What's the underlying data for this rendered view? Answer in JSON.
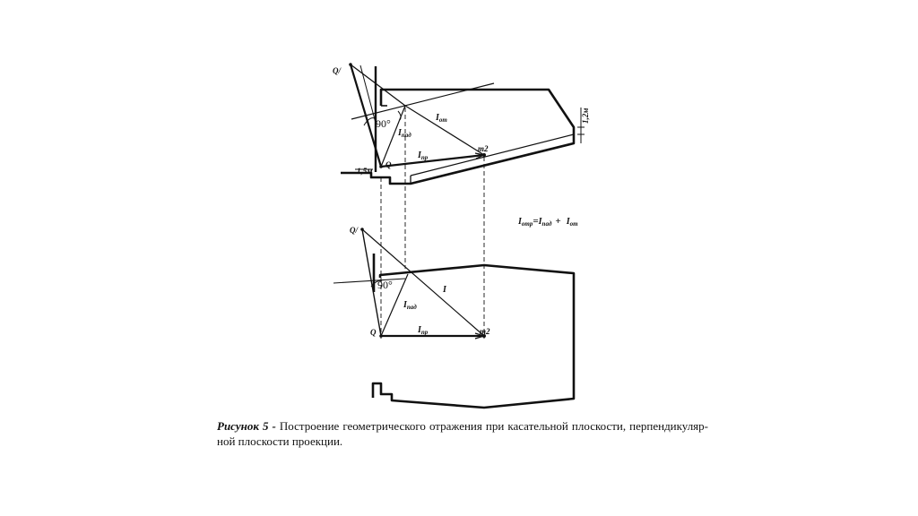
{
  "figure": {
    "caption_label": "Рисунок 5 -",
    "caption_text": "Построение геометрического отражения при касательной плоскости, перпендикуляр-ной плоскости проекции."
  },
  "top_view": {
    "point_q_prime": "Q/",
    "point_q": "Q",
    "point_m2": "m2",
    "angle": "90°",
    "dimension_left": "1,5м",
    "dimension_right": "1,2м",
    "ray_incident": {
      "main": "I",
      "sub": "пад"
    },
    "ray_reflected": {
      "main": "I",
      "sub": "от"
    },
    "ray_projection": {
      "main": "I",
      "sub": "пр"
    }
  },
  "formula": {
    "lhs_main": "I",
    "lhs_sub": "отр",
    "eq": "=",
    "term1_main": "I",
    "term1_sub": "пад",
    "plus": "+",
    "term2_main": "I",
    "term2_sub": "от"
  },
  "bottom_view": {
    "point_q_prime": "Q/",
    "point_q": "Q",
    "point_m2": "m2",
    "angle": "90°",
    "ray_main": "I",
    "ray_incident": {
      "main": "I",
      "sub": "пад"
    },
    "ray_projection": {
      "main": "I",
      "sub": "пр"
    }
  }
}
